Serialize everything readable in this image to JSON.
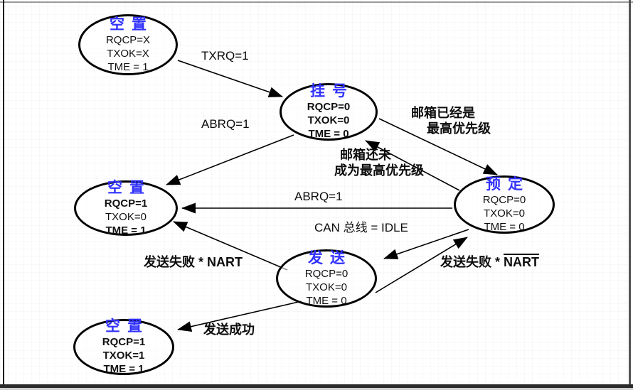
{
  "colors": {
    "state_title_blue": "#3232ff",
    "line_black": "#000000",
    "background": "#ffffff"
  },
  "states": [
    {
      "name": "idle-initial",
      "title": "空置",
      "params": [
        "RQCP=X",
        "TXOK=X",
        "TME = 1"
      ]
    },
    {
      "name": "pending",
      "title": "挂号",
      "params": [
        "RQCP=0",
        "TXOK=0",
        "TME = 0"
      ]
    },
    {
      "name": "scheduled",
      "title": "预定",
      "params": [
        "RQCP=0",
        "TXOK=0",
        "TME = 0"
      ]
    },
    {
      "name": "idle-aborted",
      "title": "空置",
      "params": [
        "RQCP=1",
        "TXOK=0",
        "TME = 1"
      ]
    },
    {
      "name": "transmit",
      "title": "发送",
      "params": [
        "RQCP=0",
        "TXOK=0",
        "TME = 0"
      ]
    },
    {
      "name": "idle-success",
      "title": "空置",
      "params": [
        "RQCP=1",
        "TXOK=1",
        "TME = 1"
      ]
    }
  ],
  "transitions": {
    "txrq": "TXRQ=1",
    "abrq_from_pending": "ABRQ=1",
    "mailbox_already_highest_line1": "邮箱已经是",
    "mailbox_already_highest_line2": "最高优先级",
    "mailbox_not_highest_line1": "邮箱还未",
    "mailbox_not_highest_line2": "成为最高优先级",
    "abrq_from_scheduled": "ABRQ=1",
    "can_bus_idle": "CAN 总线 = IDLE",
    "transmit_fail_nart": "发送失败 * NART",
    "transmit_fail_not_nart_prefix": "发送失败 * ",
    "transmit_fail_not_nart_term": "NART",
    "transmit_success": "发送成功"
  }
}
